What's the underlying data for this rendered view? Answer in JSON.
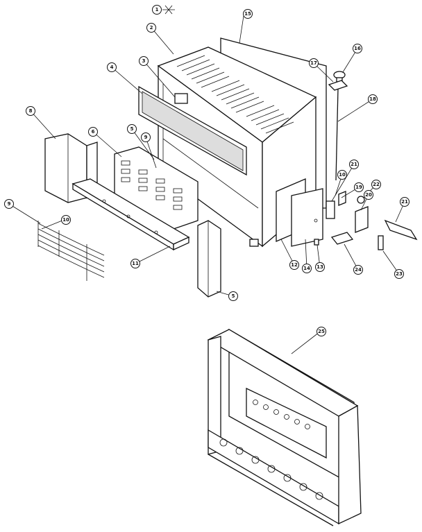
{
  "labels": {
    "l1": "1",
    "l2": "2",
    "l3": "3",
    "l4": "4",
    "l5a": "5",
    "l5b": "5",
    "l6": "6",
    "l8": "8",
    "l9a": "9",
    "l9b": "9",
    "l10a": "10",
    "l10b": "10",
    "l11": "11",
    "l12": "12",
    "l13": "13",
    "l14": "14",
    "l15": "15",
    "l16": "16",
    "l17": "17",
    "l18": "18",
    "l19": "19",
    "l20": "20",
    "l21a": "21",
    "l21b": "21",
    "l22": "22",
    "l23": "23",
    "l24": "24",
    "l25": "25"
  }
}
